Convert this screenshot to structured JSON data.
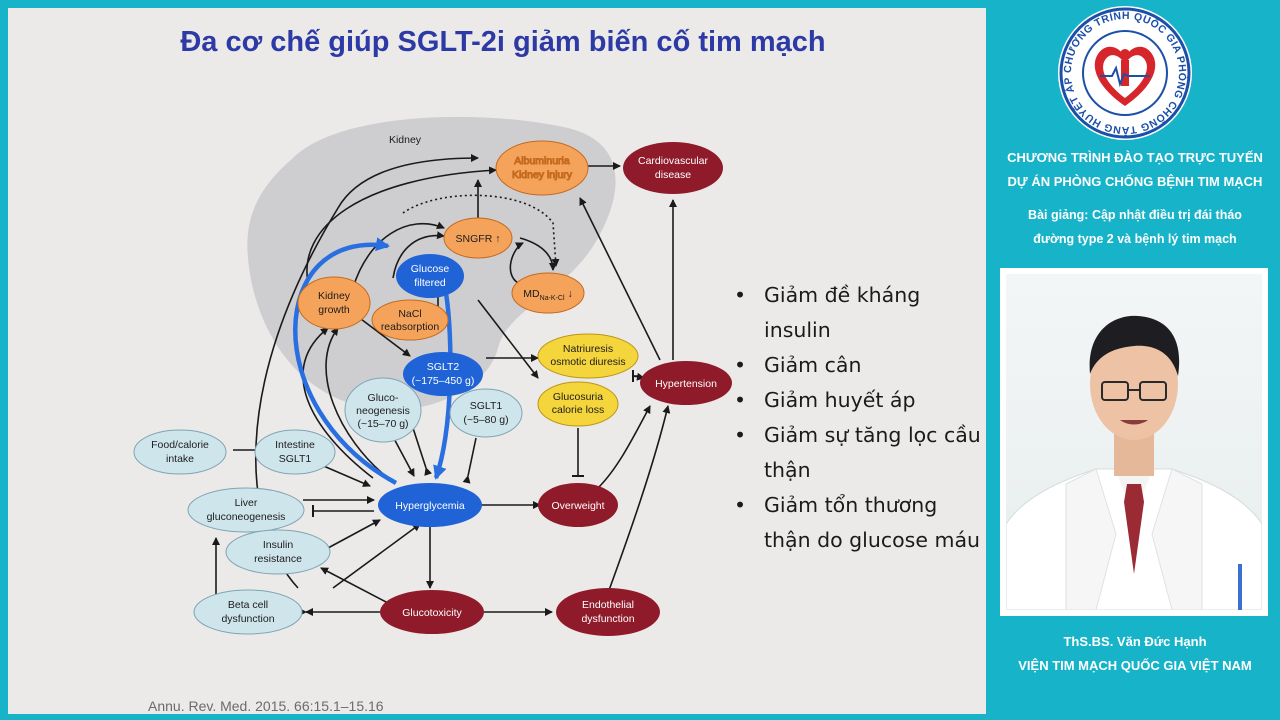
{
  "slide": {
    "title": "Đa cơ chế giúp SGLT-2i giảm biến cố tim mạch",
    "citation": "Annu. Rev. Med. 2015. 66:15.1–15.16",
    "bullets": [
      "Giảm đề kháng insulin",
      "Giảm cân",
      "Giảm huyết áp",
      "Giảm sự tăng lọc cầu thận",
      "Giảm tổn thương thận do glucose máu"
    ],
    "diagram": {
      "kidney_label": "Kidney",
      "nodes": {
        "albuminuria": [
          "Albuminuria",
          "Kidney injury"
        ],
        "cardiovascular": [
          "Cardiovascular",
          "disease"
        ],
        "sngfr": "SNGFR ↑",
        "glucose_filtered": [
          "Glucose",
          "filtered"
        ],
        "md_main": "MD",
        "md_sub": "Na-K-Cl",
        "md_arrow": " ↓",
        "kidney_growth": [
          "Kidney",
          "growth"
        ],
        "nacl": [
          "NaCl",
          "reabsorption"
        ],
        "sglt2": [
          "SGLT2",
          "(~175–450 g)"
        ],
        "natriuresis": [
          "Natriuresis",
          "osmotic diuresis"
        ],
        "glucosuria": [
          "Glucosuria",
          "calorie loss"
        ],
        "hypertension": "Hypertension",
        "gluconeogenesis": [
          "Gluco-",
          "neogenesis",
          "(~15–70 g)"
        ],
        "sglt1": [
          "SGLT1",
          "(~5–80 g)"
        ],
        "food": [
          "Food/calorie",
          "intake"
        ],
        "intestine": [
          "Intestine",
          "SGLT1"
        ],
        "liver": [
          "Liver",
          "gluconeogenesis"
        ],
        "hyperglycemia": "Hyperglycemia",
        "overweight": "Overweight",
        "insulin": [
          "Insulin",
          "resistance"
        ],
        "beta": [
          "Beta cell",
          "dysfunction"
        ],
        "glucotoxicity": "Glucotoxicity",
        "endothelial": [
          "Endothelial",
          "dysfunction"
        ]
      }
    }
  },
  "sidebar": {
    "logo_text": "CHƯƠNG TRÌNH QUỐC GIA PHÒNG CHỐNG TĂNG HUYẾT ÁP",
    "program_line1": "CHƯƠNG TRÌNH ĐÀO TẠO TRỰC TUYẾN",
    "program_line2": "DỰ ÁN PHÒNG CHỐNG BỆNH TIM MẠCH",
    "lecture_line1": "Bài giảng: Cập nhật điều trị đái tháo",
    "lecture_line2": "đường type 2 và bệnh lý tim mạch",
    "speaker_name": "ThS.BS. Văn Đức Hạnh",
    "speaker_org": "VIỆN TIM MẠCH QUỐC GIA VIỆT NAM"
  },
  "colors": {
    "frame": "#17b3c8",
    "title": "#2d3aa5",
    "orange_node": "#f5a35b",
    "blue_node": "#1f63d6",
    "red_node": "#8f1a2a",
    "yellow_node": "#f5d53c",
    "light_node": "#cfe5ec",
    "blue_arrow": "#2a6fe0"
  },
  "icons": {
    "logo": "heart-logo-icon",
    "speaker": "presenter-video-feed"
  }
}
